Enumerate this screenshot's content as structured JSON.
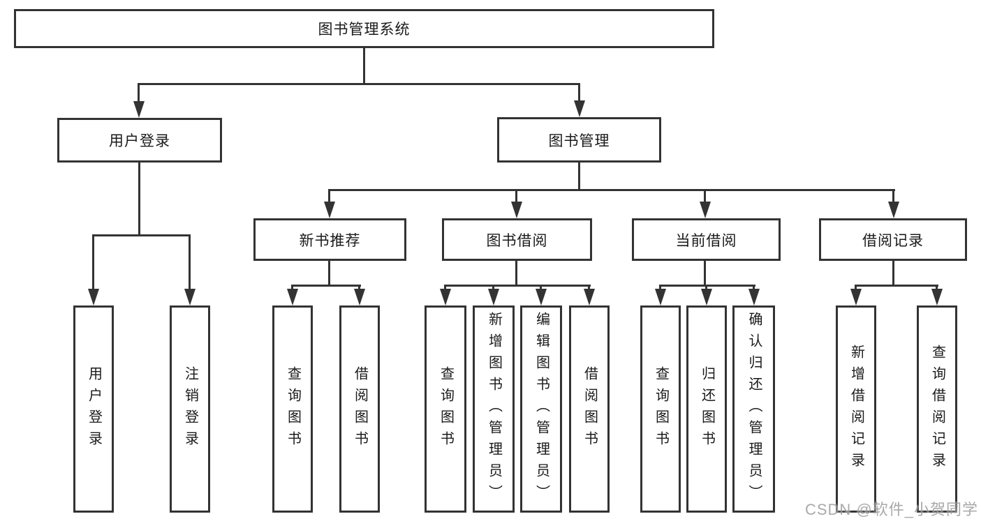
{
  "root": "图书管理系统",
  "level2": {
    "user_login": "用户登录",
    "book_management": "图书管理"
  },
  "level3": {
    "recommend": "新书推荐",
    "borrow": "图书借阅",
    "current": "当前借阅",
    "records": "借阅记录"
  },
  "leaves": {
    "login": [
      "用户登录",
      "注销登录"
    ],
    "recommend": [
      "查询图书",
      "借阅图书"
    ],
    "borrow": [
      "查询图书",
      "新增图书（管理员）",
      "编辑图书（管理员）",
      "借阅图书"
    ],
    "current": [
      "查询图书",
      "归还图书",
      "确认归还（管理员）"
    ],
    "records": [
      "新增借阅记录",
      "查询借阅记录"
    ]
  },
  "watermark": "CSDN @软件_小贺同学",
  "colors": {
    "line": "#333333",
    "text": "#1a1a1a",
    "watermark": "#9b9b9b",
    "background": "#ffffff"
  }
}
